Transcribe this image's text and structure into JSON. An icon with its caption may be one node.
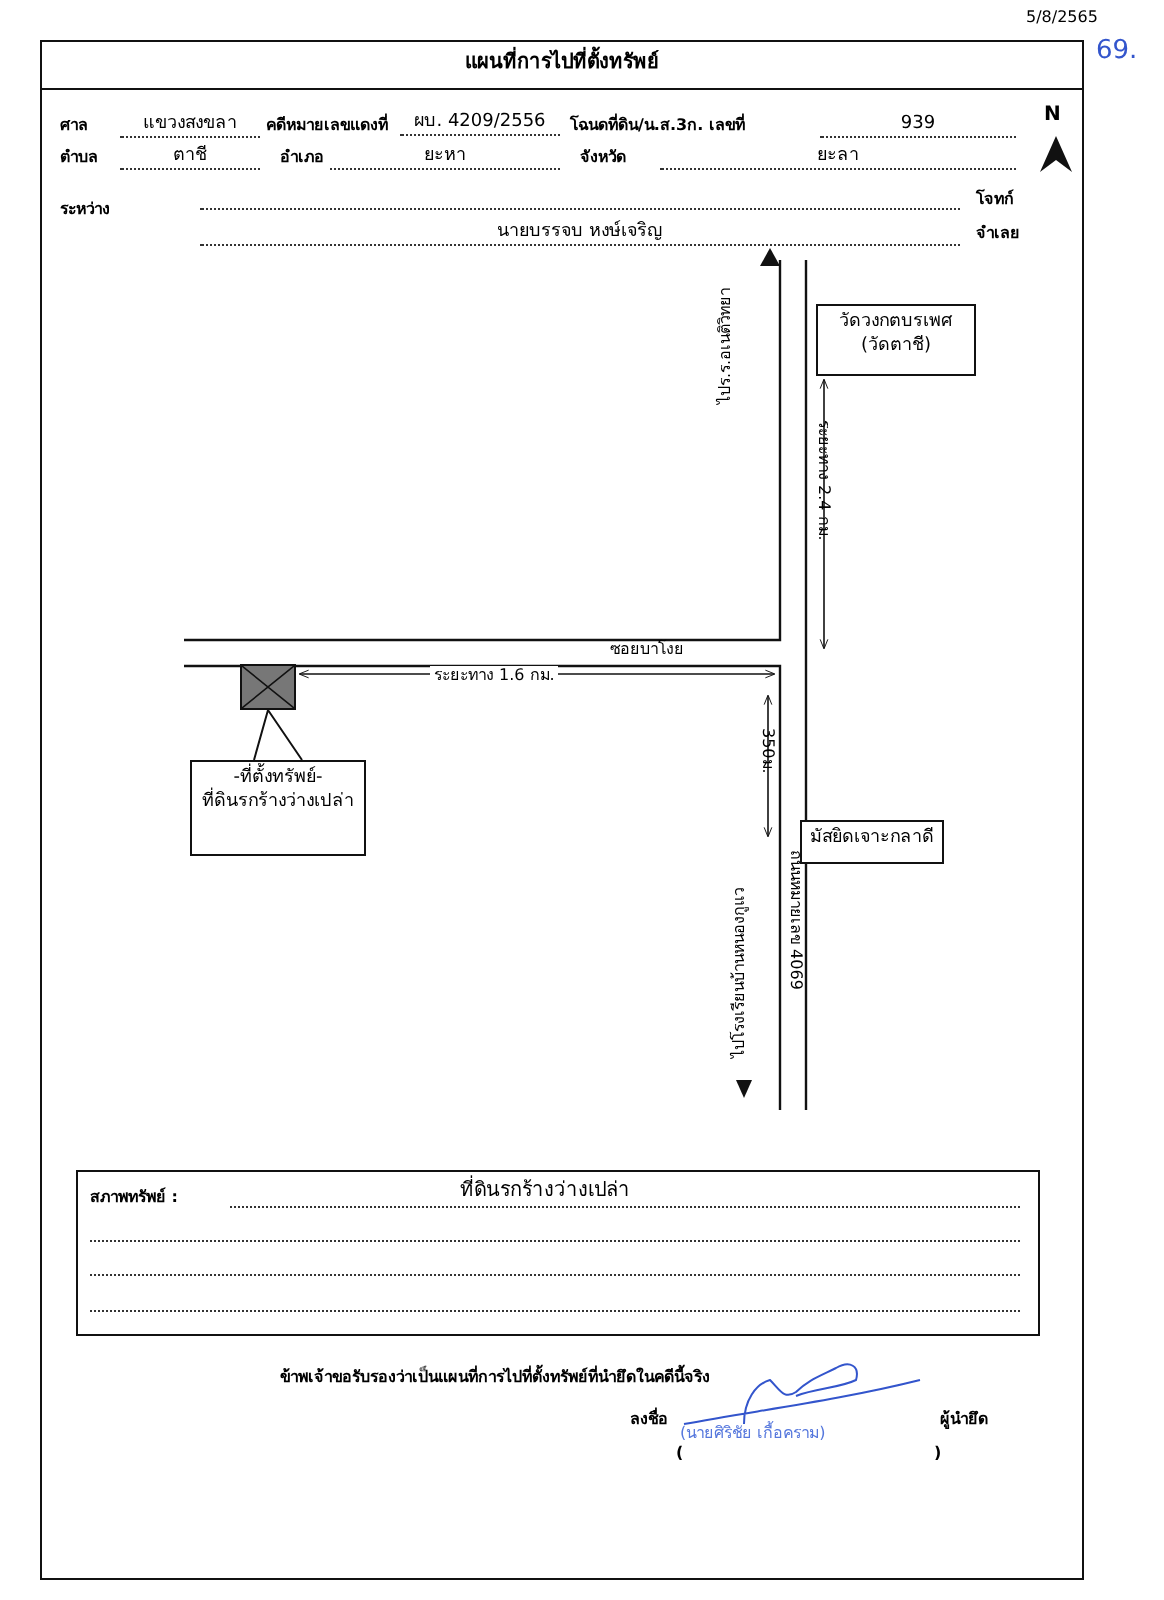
{
  "diagram": {
    "title": "แผนที่การไปที่ตั้งทรัพย์",
    "nodes": [
      {
        "text": [
          "วัดวงกตบรเพศ (วัดตาชี)"
        ]
      },
      {
        "text": [
          "มัสยิดเจาะกลาดี"
        ]
      },
      {
        "text": [
          "-ที่ตั้งทรัพย์-",
          "ที่ดินรกร้างว่างเปล่า"
        ]
      },
      {
        "text": [],
        "shape": "box"
      }
    ],
    "edges": [
      {
        "from": 2,
        "to": 3,
        "arrow": "none"
      }
    ],
    "labels": [
      "5/8/2565",
      "69.",
      "ศาล",
      "แขวงสงขลา",
      "คดีหมายเลขแดงที่",
      "ผบ. 4209/2556",
      "โฉนดที่ดิน/น.ส.3ก. เลขที่",
      "939",
      "N",
      "ตำบล",
      "ตาชี",
      "อำเภอ",
      "ยะหา",
      "จังหวัด",
      "ยะลา",
      "ระหว่าง",
      "โจทก์",
      "นายบรรจบ หงษ์เจริญ",
      "จำเลย",
      "ไปร.ร.อเนติวิทยา",
      "ระยะทาง 2.4 กม.",
      "ซอยบาโงย",
      "ระยะทาง 1.6 กม.",
      "350ม.",
      "ไปโรงเรียนบ้านหนองกูแว",
      "ถนนหมายเลข 4069",
      "สภาพทรัพย์ :",
      "ที่ดินรกร้างว่างเปล่า",
      "ข้าพเจ้าขอรับรองว่าเป็นแผนที่การไปที่ตั้งทรัพย์ที่นำยึดในคดีนี้จริง",
      "ลงชื่อ",
      "ผู้นำยึด",
      "(นายศิริชัย เกื้อคราม)",
      "(",
      ")"
    ]
  }
}
